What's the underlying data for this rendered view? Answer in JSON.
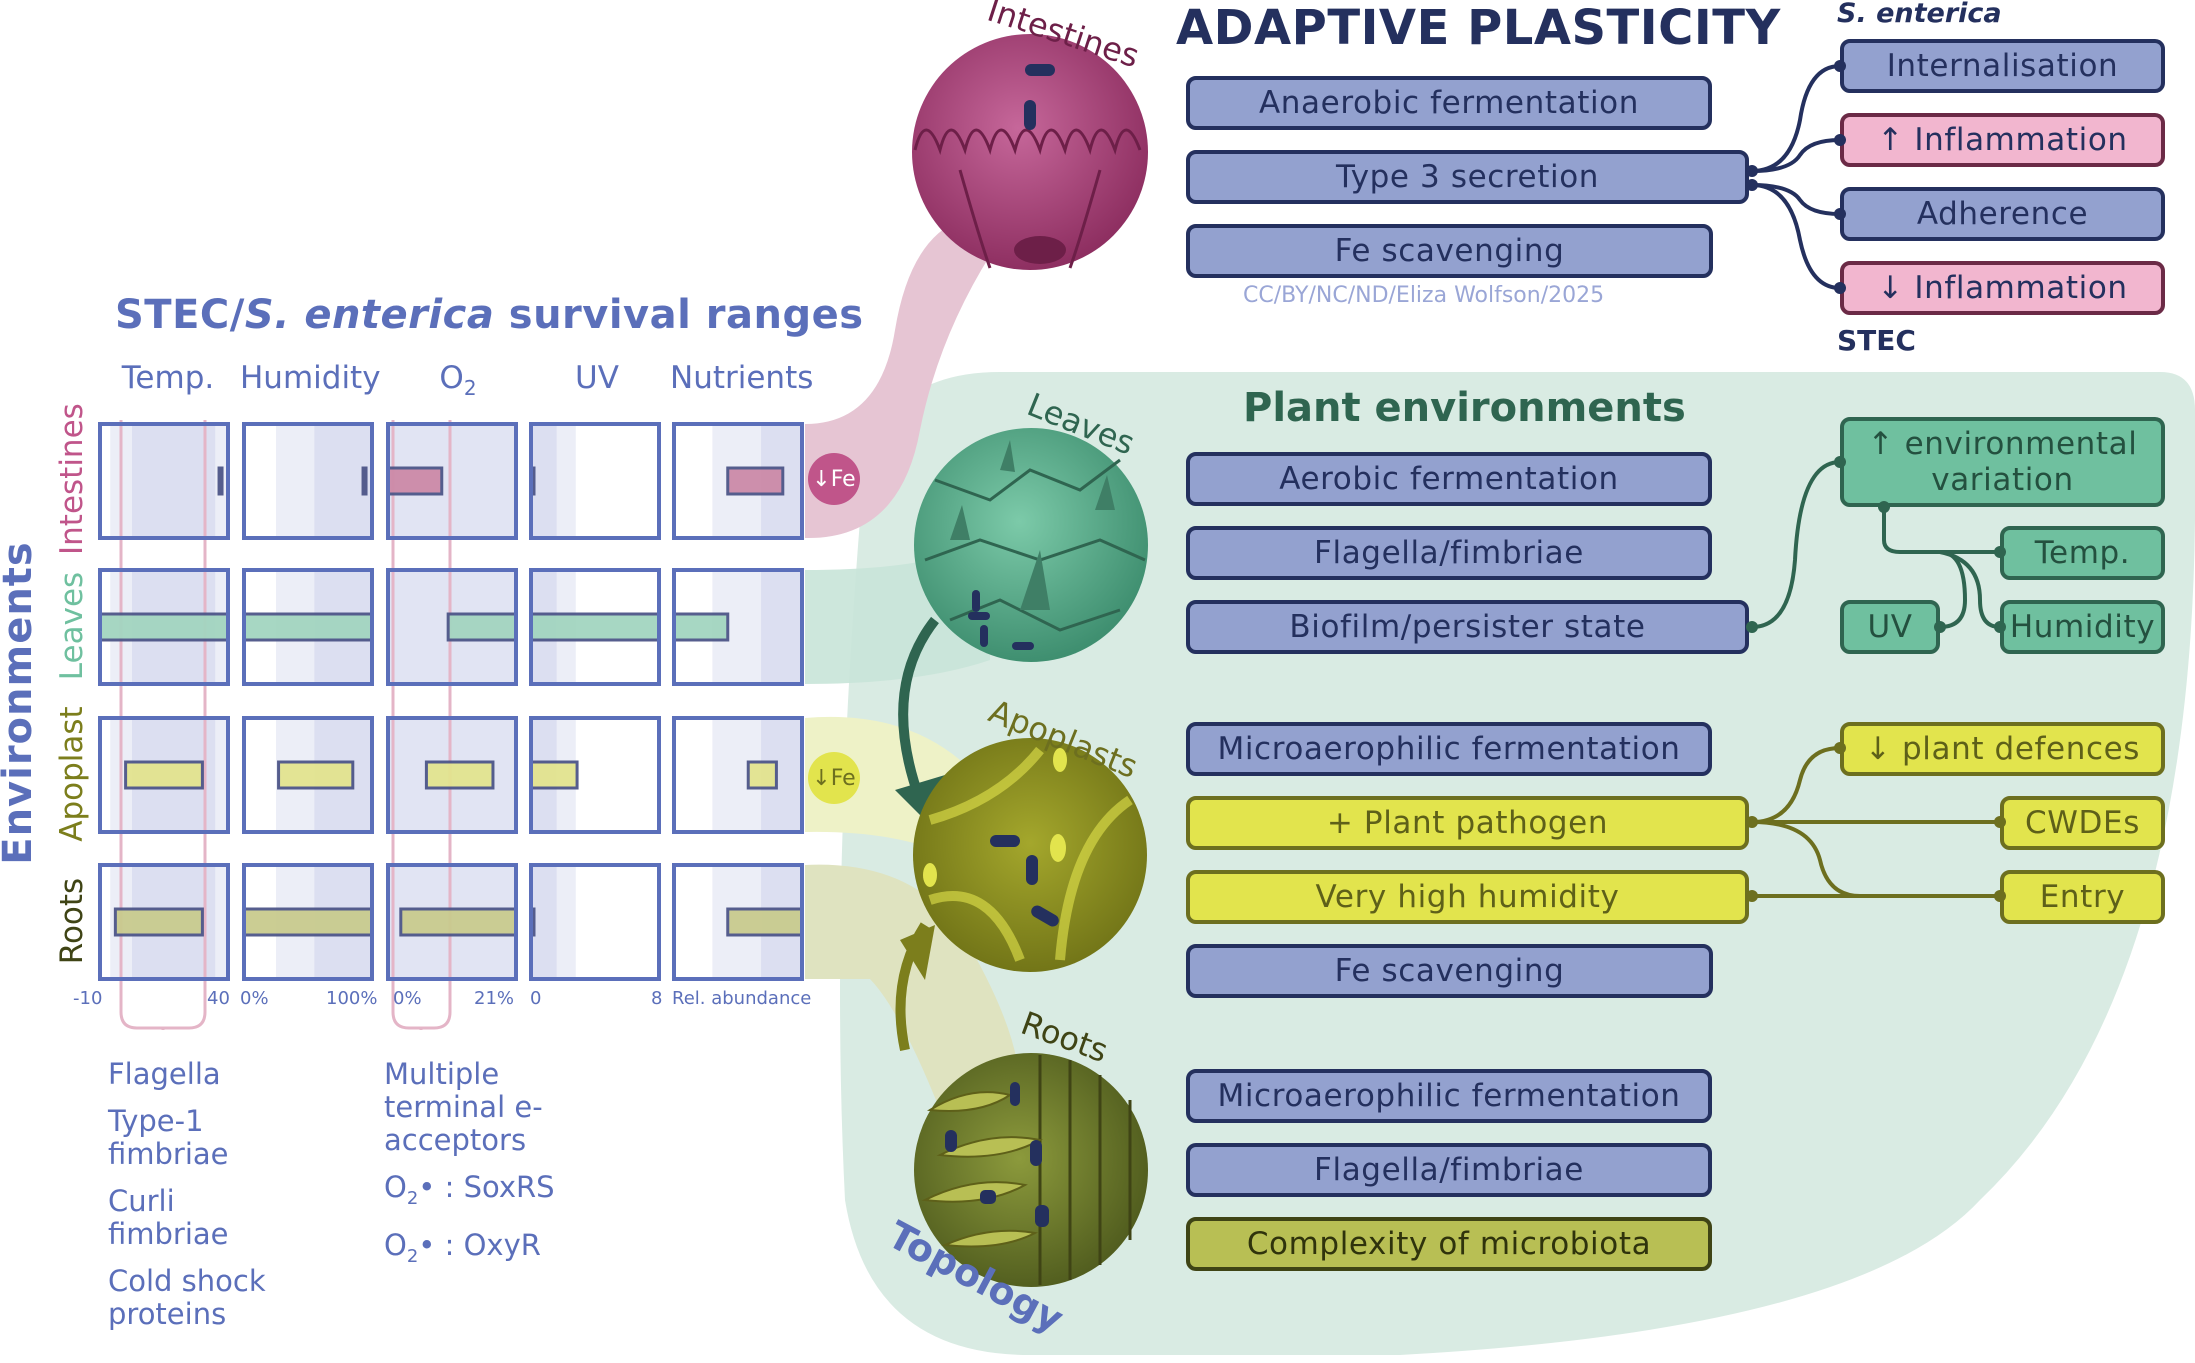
{
  "left_panel": {
    "title_prefix": "STEC/",
    "title_italic": "S. enterica",
    "title_suffix": " survival ranges",
    "environments_label": "Environments",
    "columns": [
      {
        "label": "Temp.",
        "axis_min": "-10",
        "axis_max": "40"
      },
      {
        "label": "Humidity",
        "axis_min": "0%",
        "axis_max": "100%"
      },
      {
        "label": "O",
        "label_sub": "2",
        "axis_min": "0%",
        "axis_max": "21%"
      },
      {
        "label": "UV",
        "axis_min": "0",
        "axis_max": "8"
      },
      {
        "label": "Nutrients",
        "axis_min": "",
        "axis_max": "Rel. abundance"
      }
    ],
    "rows": [
      {
        "label": "Intestines",
        "color": "#c0558a",
        "bar_fill": "#cc8aa8",
        "badge": "↓Fe",
        "badge_color": "#c0558a",
        "badge_text_color": "#ffffff",
        "ranges": [
          [
            0.93,
            0.95
          ],
          [
            0.93,
            0.94
          ],
          [
            0.0,
            0.42
          ],
          [
            0.0,
            0.02
          ],
          [
            0.42,
            0.85
          ]
        ]
      },
      {
        "label": "Leaves",
        "color": "#6fc09f",
        "bar_fill": "#a3d5c0",
        "badge": "",
        "ranges": [
          [
            0.0,
            1.0
          ],
          [
            0.0,
            1.0
          ],
          [
            0.47,
            1.0
          ],
          [
            0.0,
            1.0
          ],
          [
            0.0,
            0.42
          ]
        ]
      },
      {
        "label": "Apoplast",
        "color": "#7c7e1c",
        "bar_fill": "#e3e48f",
        "badge": "↓Fe",
        "badge_color": "#e2e44d",
        "badge_text_color": "#6d6f1f",
        "ranges": [
          [
            0.2,
            0.8
          ],
          [
            0.27,
            0.85
          ],
          [
            0.3,
            0.82
          ],
          [
            0.0,
            0.36
          ],
          [
            0.58,
            0.8
          ]
        ]
      },
      {
        "label": "Roots",
        "color": "#3f4415",
        "bar_fill": "#c9cb8e",
        "badge": "",
        "ranges": [
          [
            0.12,
            0.8
          ],
          [
            0.0,
            1.0
          ],
          [
            0.1,
            1.0
          ],
          [
            0.0,
            0.02
          ],
          [
            0.42,
            1.0
          ]
        ]
      }
    ],
    "features_temp": [
      "Flagella",
      "Type-1 fimbriae",
      "Curli fimbriae",
      "Cold shock proteins"
    ],
    "features_o2": {
      "item1": "Multiple terminal e-acceptors",
      "item2_prefix": "O",
      "item2_sub": "2",
      "item2_suffix": "• : SoxRS",
      "item3_prefix": "O",
      "item3_sub": "2",
      "item3_suffix": "• : OxyR"
    }
  },
  "illustrations": {
    "intestines": "Intestines",
    "leaves": "Leaves",
    "apoplasts": "Apoplasts",
    "roots": "Roots",
    "topology": "Topology"
  },
  "adaptive": {
    "title": "ADAPTIVE PLASTICITY",
    "s_enterica_label": "S. enterica",
    "stec_label": "STEC",
    "credit": "CC/BY/NC/ND/Eliza Wolfson/2025",
    "intestine_boxes": [
      "Anaerobic fermentation",
      "Type 3 secretion",
      "Fe scavenging"
    ],
    "t3s_outcomes": [
      {
        "label": "Internalisation",
        "style": "blue"
      },
      {
        "label": "↑ Inflammation",
        "style": "pink"
      },
      {
        "label": "Adherence",
        "style": "blue"
      },
      {
        "label": "↓ Inflammation",
        "style": "pink"
      }
    ]
  },
  "plant": {
    "title": "Plant environments",
    "leaves_boxes": [
      "Aerobic fermentation",
      "Flagella/fimbriae",
      "Biofilm/persister state"
    ],
    "env_variation": "↑ environmental variation",
    "env_factors": [
      "Temp.",
      "UV",
      "Humidity"
    ],
    "apoplast_boxes": [
      "Microaerophilic fermentation",
      "+ Plant pathogen",
      "Very high humidity",
      "Fe scavenging"
    ],
    "pathogen_outcomes": [
      "↓ plant defences",
      "CWDEs",
      "Entry"
    ],
    "roots_boxes": [
      "Microaerophilic fermentation",
      "Flagella/fimbriae",
      "Complexity of microbiota"
    ]
  }
}
